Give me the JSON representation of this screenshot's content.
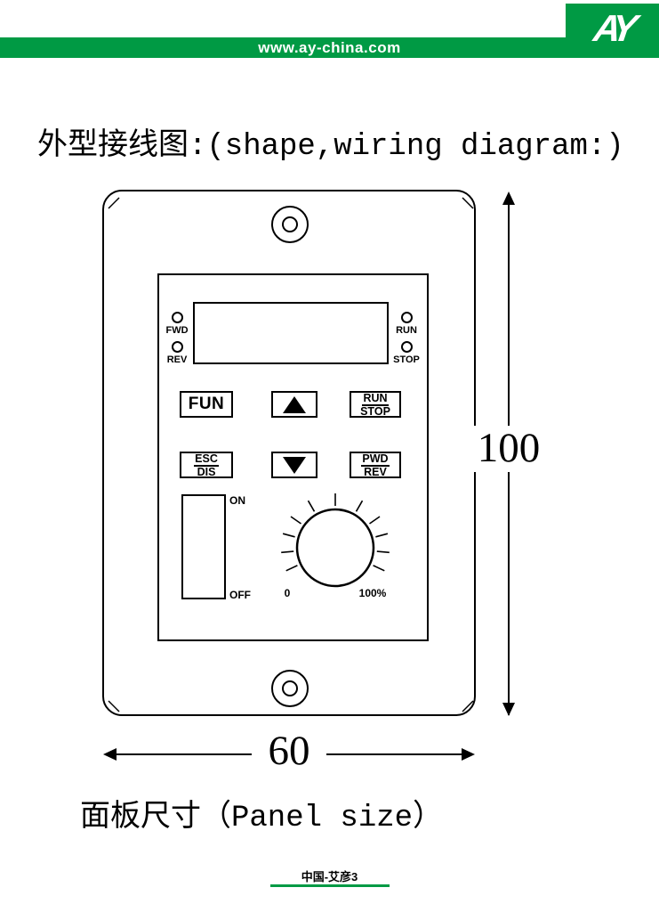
{
  "header": {
    "url": "www.ay-china.com",
    "logo": "AY"
  },
  "title": "外型接线图:(shape,wiring diagram:)",
  "panel": {
    "leds": {
      "fwd": "FWD",
      "rev": "REV",
      "run": "RUN",
      "stop": "STOP"
    },
    "buttons": {
      "fun": "FUN",
      "run_stop": [
        "RUN",
        "STOP"
      ],
      "esc_dis": [
        "ESC",
        "DIS"
      ],
      "pwd_rev": [
        "PWD",
        "REV"
      ]
    },
    "switch": {
      "on": "ON",
      "off": "OFF"
    },
    "knob": {
      "min": "0",
      "max": "100%"
    }
  },
  "dimensions": {
    "height": "100",
    "width": "60"
  },
  "caption": "面板尺寸（Panel size）",
  "footer": "中国-艾彦3",
  "colors": {
    "brand_green": "#009A44"
  }
}
